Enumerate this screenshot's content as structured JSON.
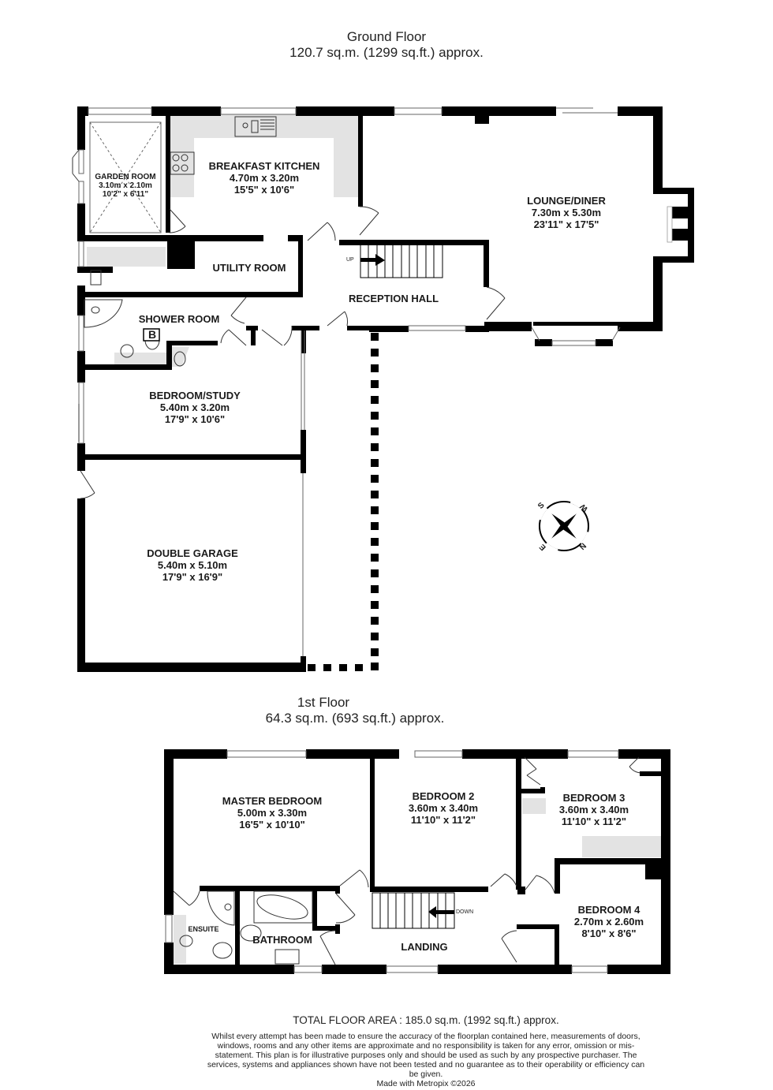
{
  "ground_floor": {
    "title": "Ground Floor",
    "area": "120.7 sq.m. (1299 sq.ft.) approx.",
    "rooms": [
      {
        "name": "GARDEN ROOM",
        "metric": "3.10m  x 2.10m",
        "imperial": "10'2\"  x 6'11\""
      },
      {
        "name": "BREAKFAST KITCHEN",
        "metric": "4.70m  x 3.20m",
        "imperial": "15'5\"  x 10'6\""
      },
      {
        "name": "LOUNGE/DINER",
        "metric": "7.30m  x 5.30m",
        "imperial": "23'11\"  x 17'5\""
      },
      {
        "name": "UTILITY ROOM"
      },
      {
        "name": "RECEPTION HALL"
      },
      {
        "name": "SHOWER ROOM"
      },
      {
        "name": "BEDROOM/STUDY",
        "metric": "5.40m  x 3.20m",
        "imperial": "17'9\"  x 10'6\""
      },
      {
        "name": "DOUBLE GARAGE",
        "metric": "5.40m  x 5.10m",
        "imperial": "17'9\"  x 16'9\""
      }
    ],
    "stairs_label": "UP",
    "boiler_label": "B"
  },
  "compass": {
    "labels": {
      "top_left": "S",
      "top_right": "W",
      "bottom_right": "N",
      "bottom_left": "E"
    }
  },
  "first_floor": {
    "title": "1st Floor",
    "area": "64.3 sq.m. (693 sq.ft.) approx.",
    "rooms": [
      {
        "name": "MASTER BEDROOM",
        "metric": "5.00m  x 3.30m",
        "imperial": "16'5\"  x 10'10\""
      },
      {
        "name": "BEDROOM 2",
        "metric": "3.60m  x 3.40m",
        "imperial": "11'10\"  x 11'2\""
      },
      {
        "name": "BEDROOM 3",
        "metric": "3.60m  x 3.40m",
        "imperial": "11'10\"  x 11'2\""
      },
      {
        "name": "BEDROOM 4",
        "metric": "2.70m  x 2.60m",
        "imperial": "8'10\"  x 8'6\""
      },
      {
        "name": "ENSUITE"
      },
      {
        "name": "BATHROOM"
      },
      {
        "name": "LANDING"
      }
    ],
    "stairs_label": "DOWN"
  },
  "footer": {
    "total_area": "TOTAL FLOOR AREA : 185.0 sq.m. (1992 sq.ft.) approx.",
    "disclaimer": "Whilst every attempt has been made to ensure the accuracy of the floorplan contained here, measurements of doors, windows, rooms and any other items are approximate and no responsibility is taken for any error, omission or mis-statement. This plan is for illustrative purposes only and should be used as such by any prospective purchaser. The services, systems and appliances shown have not been tested and no guarantee as to their operability or efficiency can be given.",
    "made_with": "Made with Metropix ©2026"
  },
  "colors": {
    "wall": "#000000",
    "fitted": "#e3e3e3",
    "background": "#ffffff"
  }
}
